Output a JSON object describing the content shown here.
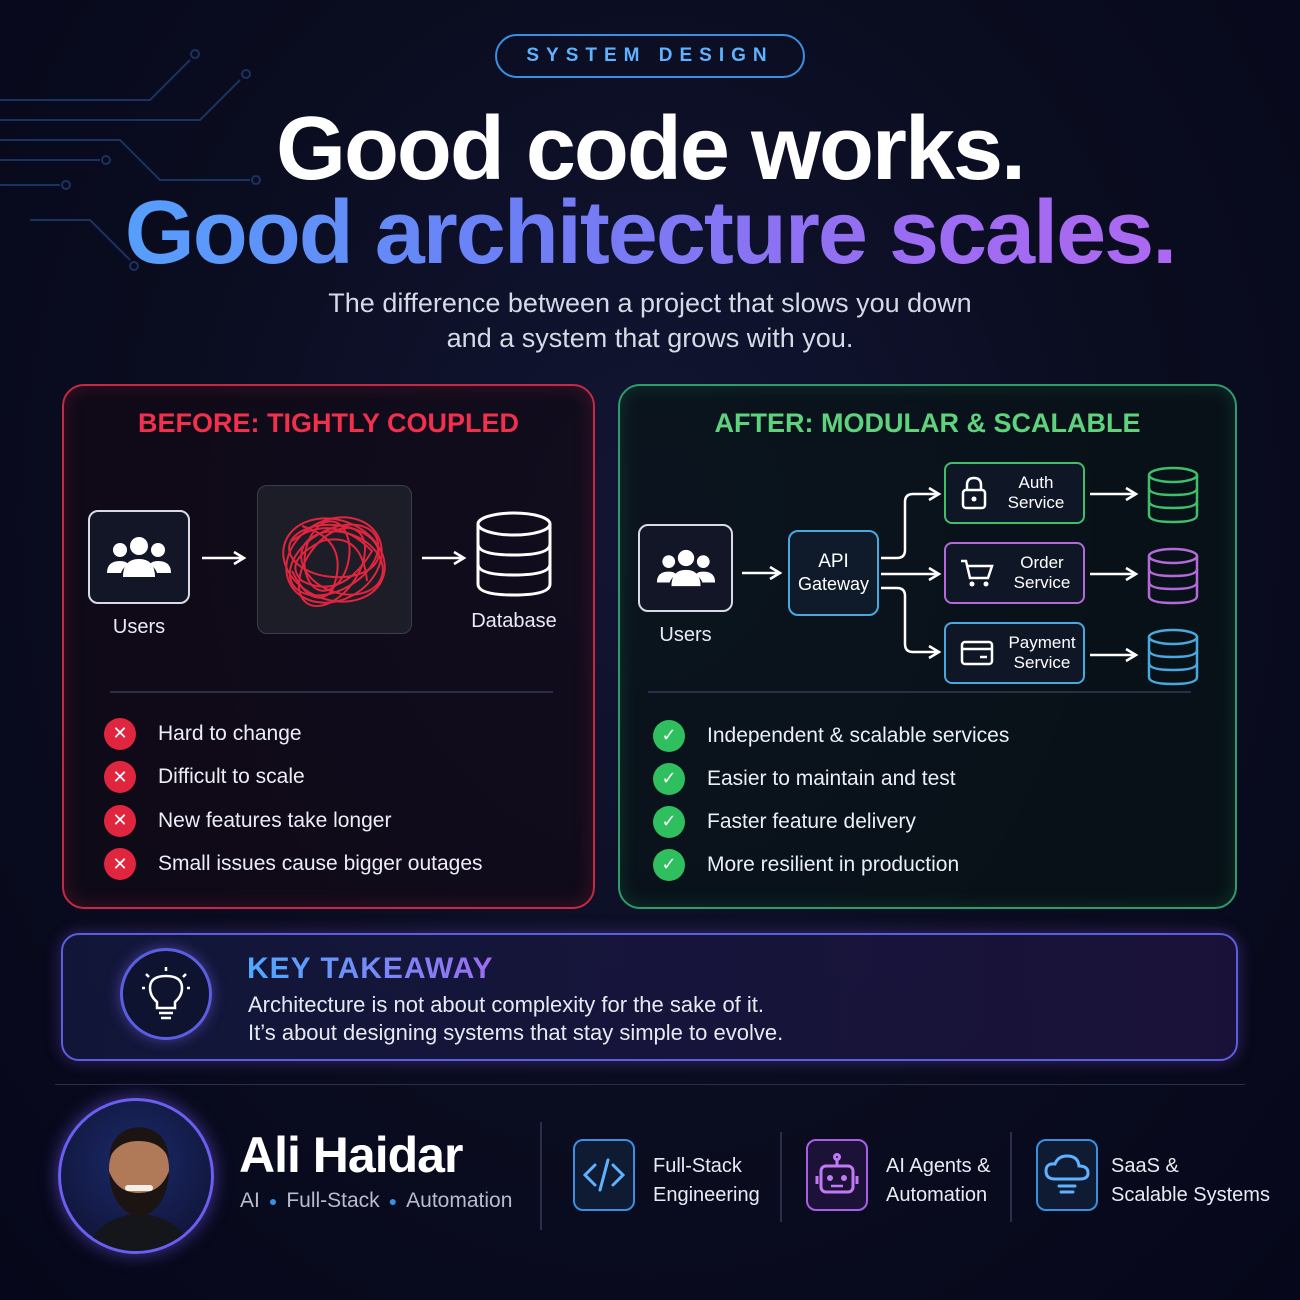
{
  "header": {
    "tag": "SYSTEM DESIGN",
    "title_line1": "Good code works.",
    "title_line2": "Good architecture scales.",
    "subtitle_line1": "The difference between a project that slows you down",
    "subtitle_line2": "and a system that grows with you."
  },
  "before": {
    "title": "BEFORE: TIGHTLY COUPLED",
    "users_label": "Users",
    "database_label": "Database",
    "bullets": [
      "Hard to change",
      "Difficult to scale",
      "New features take longer",
      "Small issues cause bigger outages"
    ],
    "color": "#e0253f"
  },
  "after": {
    "title": "AFTER: MODULAR & SCALABLE",
    "users_label": "Users",
    "gateway_line1": "API",
    "gateway_line2": "Gateway",
    "services": [
      {
        "line1": "Auth",
        "line2": "Service",
        "icon": "lock-icon",
        "color": "#3fbf6a"
      },
      {
        "line1": "Order",
        "line2": "Service",
        "icon": "cart-icon",
        "color": "#b36ad8"
      },
      {
        "line1": "Payment",
        "line2": "Service",
        "icon": "card-icon",
        "color": "#4aa8e0"
      }
    ],
    "bullets": [
      "Independent & scalable services",
      "Easier to maintain and test",
      "Faster feature delivery",
      "More resilient in production"
    ],
    "color": "#56d27a"
  },
  "takeaway": {
    "title": "KEY TAKEAWAY",
    "line1": "Architecture is not about complexity for the sake of it.",
    "line2": "It’s about designing systems that stay simple to evolve."
  },
  "footer": {
    "name": "Ali Haidar",
    "tag1": "AI",
    "tag2": "Full-Stack",
    "tag3": "Automation",
    "features": [
      {
        "line1": "Full-Stack",
        "line2": "Engineering",
        "icon": "code-icon"
      },
      {
        "line1": "AI Agents &",
        "line2": "Automation",
        "icon": "robot-icon"
      },
      {
        "line1": "SaaS &",
        "line2": "Scalable Systems",
        "icon": "cloud-icon"
      }
    ]
  }
}
